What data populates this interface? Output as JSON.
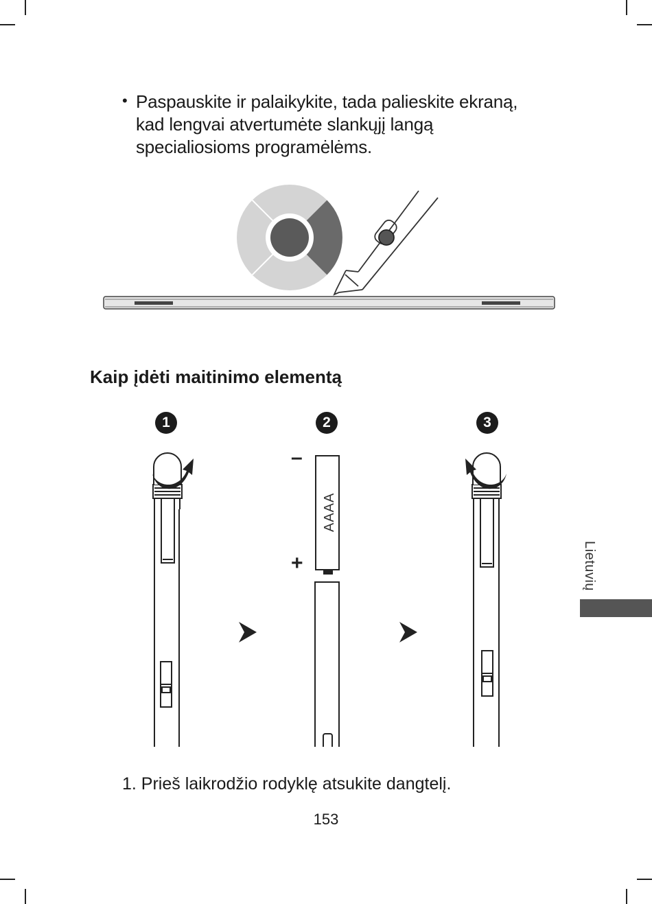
{
  "bullet": {
    "lines": [
      "Paspauskite ir palaikykite, tada palieskite ekraną,",
      "kad lengvai atvertumėte slankųjį langą",
      "specialiosioms programėlėms."
    ]
  },
  "section": {
    "title": "Kaip įdėti maitinimo elementą"
  },
  "steps": {
    "badges": [
      "1",
      "2",
      "3"
    ],
    "minus": "–",
    "plus": "+",
    "battery_label": "AAAA",
    "instruction": "1.  Prieš laikrodžio rodyklę atsukite dangtelį."
  },
  "page": {
    "number": "153",
    "language_tab": "Lietuvių",
    "tab_color": "#555555"
  }
}
